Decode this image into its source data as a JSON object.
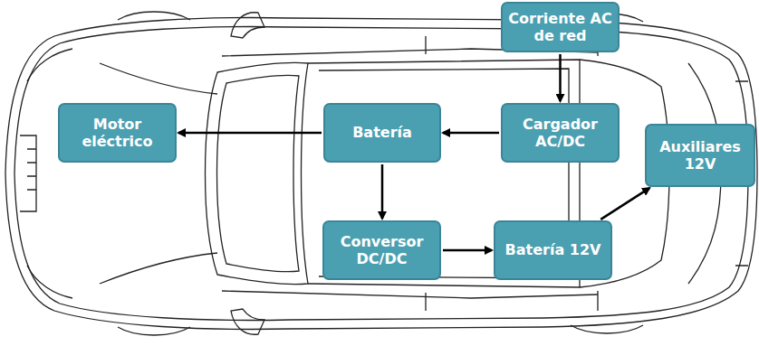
{
  "diagram": {
    "nodes": [
      {
        "text": [
          "Corriente AC de red"
        ]
      },
      {
        "text": [
          "Motor eléctrico"
        ]
      },
      {
        "text": [
          "Batería"
        ]
      },
      {
        "text": [
          "Cargador AC/DC"
        ]
      },
      {
        "text": [
          "Auxiliares 12V"
        ]
      },
      {
        "text": [
          "Conversor DC/DC"
        ]
      },
      {
        "text": [
          "Batería 12V"
        ]
      }
    ],
    "edges": [
      {
        "from": 0,
        "to": 3,
        "arrow": "to"
      },
      {
        "from": 3,
        "to": 2,
        "arrow": "to"
      },
      {
        "from": 2,
        "to": 1,
        "arrow": "to"
      },
      {
        "from": 2,
        "to": 5,
        "arrow": "to"
      },
      {
        "from": 5,
        "to": 6,
        "arrow": "to"
      },
      {
        "from": 6,
        "to": 4,
        "arrow": "to"
      }
    ]
  }
}
